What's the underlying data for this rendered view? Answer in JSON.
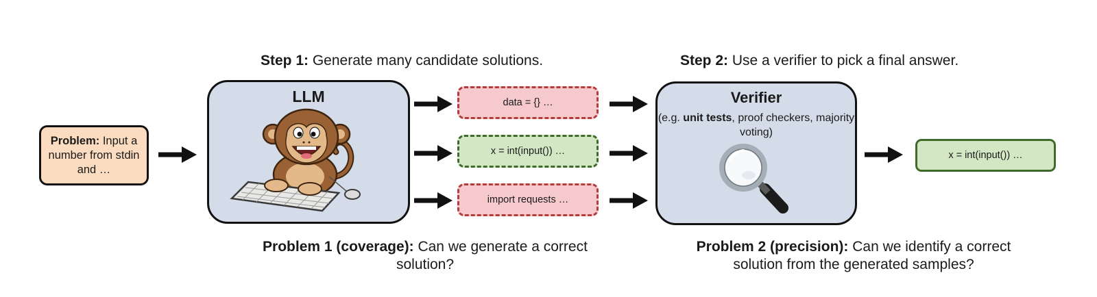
{
  "steps": {
    "step1": {
      "bold": "Step 1:",
      "text": " Generate many candidate solutions."
    },
    "step2": {
      "bold": "Step 2:",
      "text": " Use a verifier to pick a final answer."
    }
  },
  "problem_input": {
    "bold": "Problem:",
    "text": " Input a number from stdin and …"
  },
  "llm": {
    "title": "LLM"
  },
  "candidates": [
    {
      "text": "data = {} …",
      "status": "incorrect",
      "color": "#f6c9cc"
    },
    {
      "text": "x = int(input()) …",
      "status": "correct",
      "color": "#d3e7c5"
    },
    {
      "text": "import requests …",
      "status": "incorrect",
      "color": "#f6c9cc"
    }
  ],
  "verifier": {
    "title": "Verifier",
    "sub_prefix": "(e.g. ",
    "sub_bold": "unit tests",
    "sub_suffix": ", proof checkers, majority voting)"
  },
  "final_answer": {
    "text": "x = int(input()) …"
  },
  "problems": {
    "p1": {
      "bold": "Problem 1 (coverage):",
      "line1": " Can we generate a correct",
      "line2": "solution?"
    },
    "p2": {
      "bold": "Problem 2 (precision):",
      "line1": " Can we identify a correct",
      "line2": "solution from the generated samples?"
    }
  },
  "icons": {
    "llm_illustration": "monkey-typing-icon",
    "verifier_illustration": "magnifying-glass-icon",
    "flow": "arrow-right-icon"
  },
  "colors": {
    "problem_box": "#fbdcc0",
    "model_box": "#d3dce8",
    "incorrect_border": "#b63b3b",
    "correct_border": "#3f6b2a"
  }
}
